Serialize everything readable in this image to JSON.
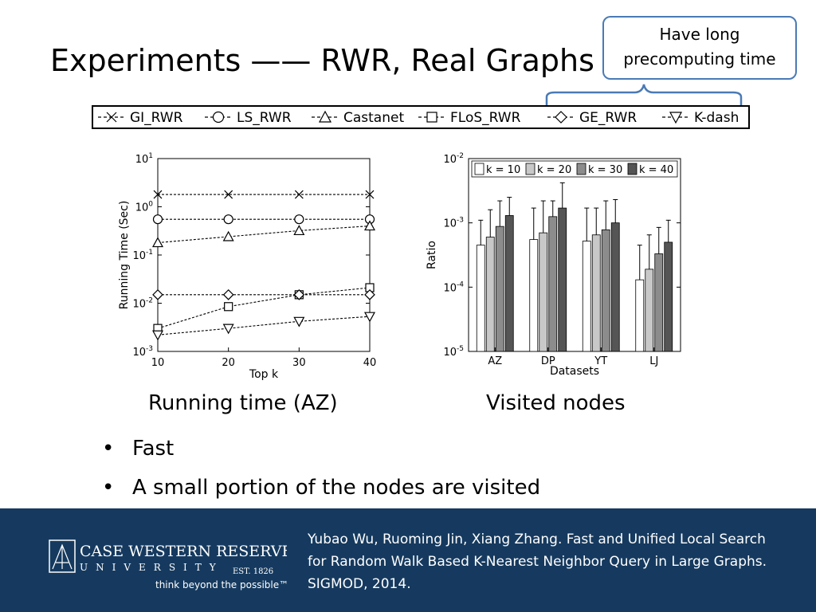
{
  "slide": {
    "title": "Experiments —— RWR, Real Graphs",
    "callout_lines": [
      "Have long",
      "precomputing time"
    ],
    "captions": {
      "left": "Running time (AZ)",
      "right": "Visited nodes"
    },
    "bullets": [
      "Fast",
      "A small portion of the nodes are visited"
    ],
    "bullet_glyph": "•"
  },
  "legend": {
    "items": [
      {
        "label": "GI_RWR",
        "marker": "x"
      },
      {
        "label": "LS_RWR",
        "marker": "circle"
      },
      {
        "label": "Castanet",
        "marker": "triangle-up"
      },
      {
        "label": "FLoS_RWR",
        "marker": "square"
      },
      {
        "label": "GE_RWR",
        "marker": "diamond"
      },
      {
        "label": "K-dash",
        "marker": "triangle-down"
      }
    ]
  },
  "chart_data": [
    {
      "type": "line",
      "xlabel": "Top k",
      "ylabel": "Running Time (Sec)",
      "yscale": "log",
      "ylim": [
        0.001,
        10
      ],
      "xlim": [
        10,
        40
      ],
      "x": [
        10,
        20,
        30,
        40
      ],
      "x_ticks": [
        "10",
        "20",
        "30",
        "40"
      ],
      "y_ticks": [
        {
          "base": "10",
          "exp": "1"
        },
        {
          "base": "10",
          "exp": "0"
        },
        {
          "base": "10",
          "exp": "-1"
        },
        {
          "base": "10",
          "exp": "-2"
        },
        {
          "base": "10",
          "exp": "-3"
        }
      ],
      "series": [
        {
          "name": "GI_RWR",
          "marker": "x",
          "values": [
            1.8,
            1.8,
            1.8,
            1.8
          ]
        },
        {
          "name": "LS_RWR",
          "marker": "circle",
          "values": [
            0.55,
            0.55,
            0.55,
            0.55
          ]
        },
        {
          "name": "Castanet",
          "marker": "triangle-up",
          "values": [
            0.18,
            0.24,
            0.32,
            0.4
          ]
        },
        {
          "name": "FLoS_RWR",
          "marker": "square",
          "values": [
            0.003,
            0.0085,
            0.015,
            0.021
          ]
        },
        {
          "name": "GE_RWR",
          "marker": "diamond",
          "values": [
            0.015,
            0.015,
            0.015,
            0.015
          ]
        },
        {
          "name": "K-dash",
          "marker": "triangle-down",
          "values": [
            0.0022,
            0.003,
            0.0042,
            0.0053
          ]
        }
      ]
    },
    {
      "type": "bar",
      "xlabel": "Datasets",
      "ylabel": "Ratio",
      "yscale": "log",
      "ylim": [
        1e-05,
        0.01
      ],
      "categories": [
        "AZ",
        "DP",
        "YT",
        "LJ"
      ],
      "y_ticks": [
        {
          "base": "10",
          "exp": "-2"
        },
        {
          "base": "10",
          "exp": "-3"
        },
        {
          "base": "10",
          "exp": "-4"
        },
        {
          "base": "10",
          "exp": "-5"
        }
      ],
      "legend_position": "top",
      "series": [
        {
          "name": "k = 10",
          "color": "#ffffff",
          "values": [
            0.00045,
            0.00055,
            0.00052,
            0.00013
          ],
          "err_high": [
            0.0011,
            0.0017,
            0.0017,
            0.00045
          ]
        },
        {
          "name": "k = 20",
          "color": "#c8c8c8",
          "values": [
            0.0006,
            0.0007,
            0.00065,
            0.00019
          ],
          "err_high": [
            0.0016,
            0.0022,
            0.0017,
            0.00065
          ]
        },
        {
          "name": "k = 30",
          "color": "#8c8c8c",
          "values": [
            0.00088,
            0.00125,
            0.00078,
            0.00033
          ],
          "err_high": [
            0.0022,
            0.0022,
            0.0022,
            0.00085
          ]
        },
        {
          "name": "k = 40",
          "color": "#555555",
          "values": [
            0.0013,
            0.0017,
            0.001,
            0.0005
          ],
          "err_high": [
            0.0025,
            0.0042,
            0.0023,
            0.0011
          ]
        }
      ]
    }
  ],
  "footer": {
    "background": "#163a5f",
    "logo": {
      "name_line": "CASE WESTERN RESERVE",
      "sub_line": "UNIVERSITY",
      "est": "EST. 1826",
      "tagline": "think beyond the possible™"
    },
    "citation_lines": [
      "Yubao Wu, Ruoming Jin, Xiang Zhang. Fast and Unified Local Search",
      "for Random Walk Based K-Nearest Neighbor Query in Large Graphs.",
      "SIGMOD, 2014."
    ]
  }
}
